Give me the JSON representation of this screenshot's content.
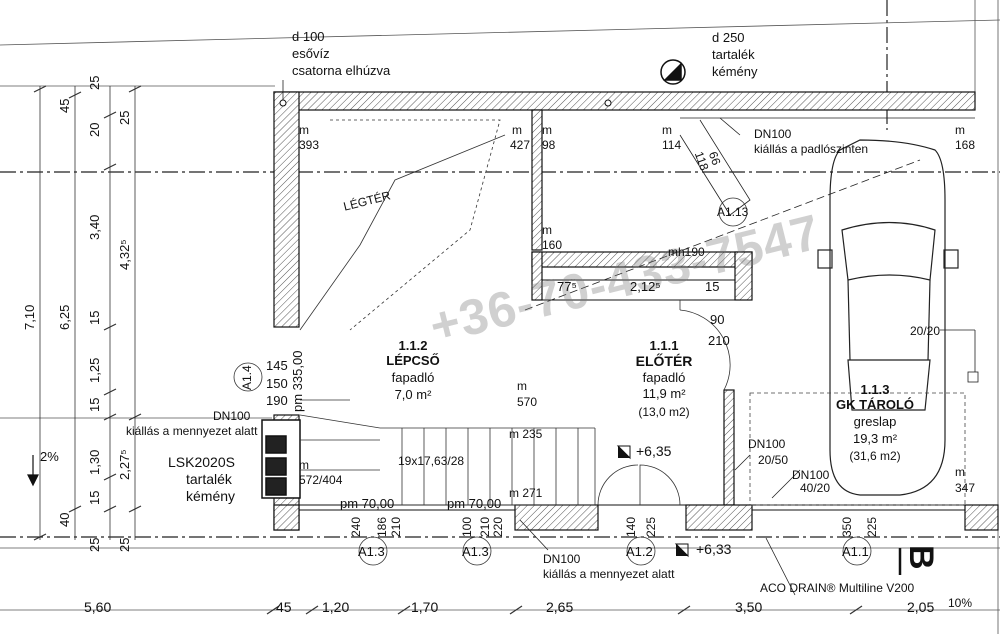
{
  "watermark": "+36-70-433-7547",
  "annotations": {
    "d100_line1": "d 100",
    "d100_line2": "esővíz",
    "d100_line3": "csatorna elhúzva",
    "d250_line1": "d 250",
    "d250_line2": "tartalék",
    "d250_line3": "kémény",
    "dn100_top_line1": "DN100",
    "dn100_top_line2": "kiállás a padlószinten",
    "dn100_left_line1": "DN100",
    "dn100_left_line2": "kiállás a mennyezet alatt",
    "lsk_line1": "LSK2020S",
    "lsk_line2": "tartalék",
    "lsk_line3": "kémény",
    "dn100_bottom_line1": "DN100",
    "dn100_bottom_line2": "kiállás a mennyezet alatt",
    "dn100_mid": "DN100",
    "dim_20_50": "20/50",
    "dn100_right": "DN100",
    "dim_40_20": "40/20",
    "aco": "ACO DRAIN® Multiline V200",
    "legter": "LÉGTÉR",
    "stair": "19x17,63/28",
    "level_1": "+6,35",
    "level_2": "+6,33",
    "slope_left": "2%",
    "slope_right": "10%",
    "section": "B"
  },
  "rooms": {
    "r112": {
      "code": "1.1.2",
      "name": "LÉPCSŐ",
      "floor": "fapadló",
      "area": "7,0 m²"
    },
    "r111": {
      "code": "1.1.1",
      "name": "ELŐTÉR",
      "floor": "fapadló",
      "area": "11,9 m²",
      "area2": "(13,0 m2)"
    },
    "r113": {
      "code": "1.1.3",
      "name": "GK TÁROLÓ",
      "floor": "greslap",
      "area": "19,3 m²",
      "area2": "(31,6 m2)"
    }
  },
  "heights": {
    "m1": "m",
    "v393": "393",
    "m2": "m",
    "v427": "427",
    "m3": "m",
    "v98": "98",
    "m4": "m",
    "v114": "114",
    "m5": "m",
    "v168": "168",
    "m6": "m",
    "v160": "160",
    "m7": "m",
    "v570": "570",
    "m8": "m 235",
    "m9": "m 271",
    "m10": "m",
    "v572": "572/404",
    "m11": "m",
    "v347": "347",
    "mh190": "mh190"
  },
  "inner_dims": {
    "d77": "77⁵",
    "d212": "2,12⁵",
    "d15": "15",
    "d90": "90",
    "d210": "210",
    "d145": "145",
    "d150": "150",
    "d190": "190",
    "pm335": "pm 335,00",
    "pm70a": "pm 70,00",
    "pm70b": "pm 70,00",
    "d20_20": "20/20",
    "d66": "66",
    "d118": "118",
    "b240": "240",
    "b186": "186",
    "b210a": "210",
    "b100": "100",
    "b210b": "210",
    "b220": "220",
    "b140": "140",
    "b225a": "225",
    "b350": "350",
    "b225b": "225"
  },
  "markers": {
    "a14": "A1.4",
    "a113": "A1.13",
    "a13a": "A1.3",
    "a13b": "A1.3",
    "a12": "A1.2",
    "a11": "A1.1"
  },
  "left_dims": {
    "l25a": "25",
    "l45": "45",
    "l20": "20",
    "l25b": "25",
    "l340": "3,40",
    "l432": "4,32⁵",
    "l710": "7,10",
    "l625": "6,25",
    "l15a": "15",
    "l125": "1,25",
    "l15b": "15",
    "l130": "1,30",
    "l2275": "2,27⁵",
    "l15c": "15",
    "l40": "40",
    "l25c": "25",
    "l25d": "25"
  },
  "bottom_dims": {
    "b560": "5,60",
    "b45": "45",
    "b120": "1,20",
    "b170": "1,70",
    "b265": "2,65",
    "b350": "3,50",
    "b205": "2,05"
  }
}
